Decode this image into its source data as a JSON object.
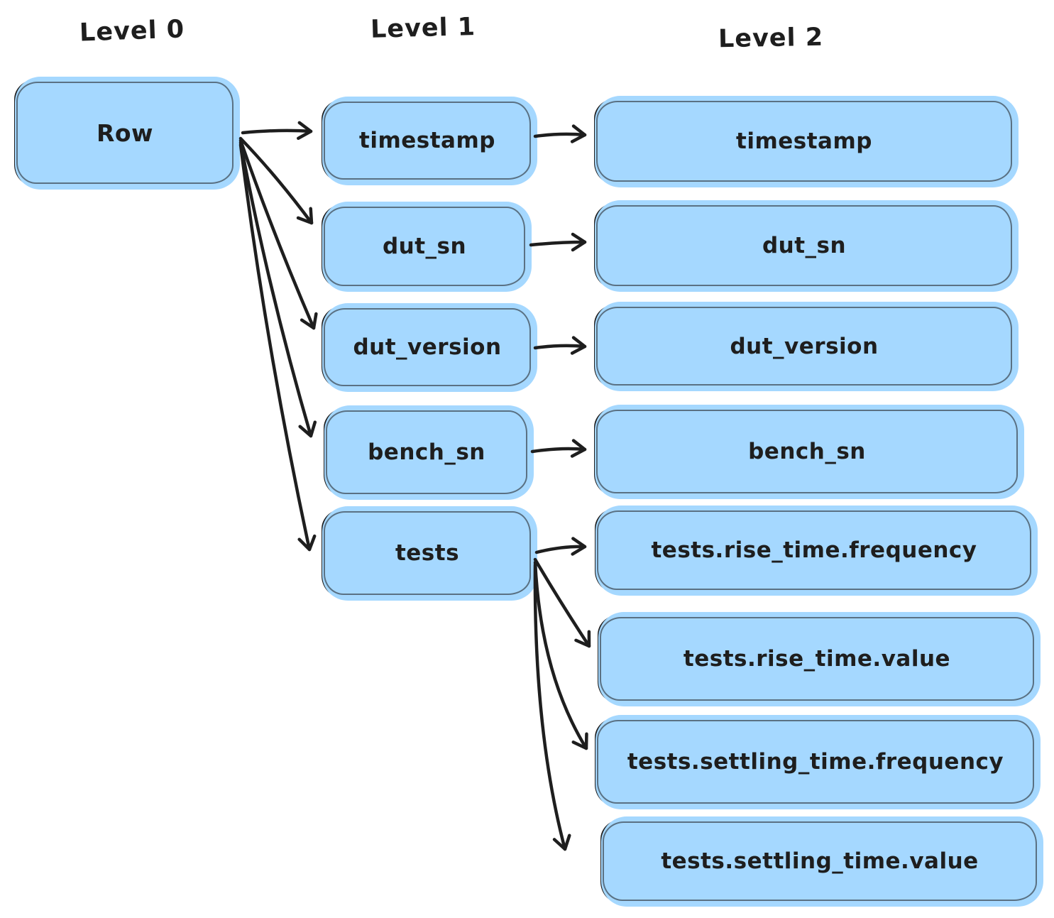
{
  "diagram": {
    "title_headers": [
      "Level 0",
      "Level 1",
      "Level 2"
    ],
    "root": {
      "id": "row",
      "label": "Row",
      "level": 0
    },
    "level1_nodes": [
      {
        "id": "timestamp",
        "label": "timestamp"
      },
      {
        "id": "dut_sn",
        "label": "dut_sn"
      },
      {
        "id": "dut_version",
        "label": "dut_version"
      },
      {
        "id": "bench_sn",
        "label": "bench_sn"
      },
      {
        "id": "tests",
        "label": "tests"
      }
    ],
    "level2_nodes": [
      {
        "id": "l2_timestamp",
        "label": "timestamp"
      },
      {
        "id": "l2_dut_sn",
        "label": "dut_sn"
      },
      {
        "id": "l2_dut_version",
        "label": "dut_version"
      },
      {
        "id": "l2_bench_sn",
        "label": "bench_sn"
      },
      {
        "id": "l2_rise_freq",
        "label": "tests.rise_time.frequency"
      },
      {
        "id": "l2_rise_value",
        "label": "tests.rise_time.value"
      },
      {
        "id": "l2_settling_freq",
        "label": "tests.settling_time.frequency"
      },
      {
        "id": "l2_settling_value",
        "label": "tests.settling_time.value"
      }
    ],
    "edges": [
      {
        "from": "row",
        "to": "timestamp"
      },
      {
        "from": "row",
        "to": "dut_sn"
      },
      {
        "from": "row",
        "to": "dut_version"
      },
      {
        "from": "row",
        "to": "bench_sn"
      },
      {
        "from": "row",
        "to": "tests"
      },
      {
        "from": "timestamp",
        "to": "l2_timestamp"
      },
      {
        "from": "dut_sn",
        "to": "l2_dut_sn"
      },
      {
        "from": "dut_version",
        "to": "l2_dut_version"
      },
      {
        "from": "bench_sn",
        "to": "l2_bench_sn"
      },
      {
        "from": "tests",
        "to": "l2_rise_freq"
      },
      {
        "from": "tests",
        "to": "l2_rise_value"
      },
      {
        "from": "tests",
        "to": "l2_settling_freq"
      },
      {
        "from": "tests",
        "to": "l2_settling_value"
      }
    ],
    "colors": {
      "node_fill": "#a5d8ff",
      "stroke": "#1e1e1e",
      "background": "#ffffff"
    }
  }
}
